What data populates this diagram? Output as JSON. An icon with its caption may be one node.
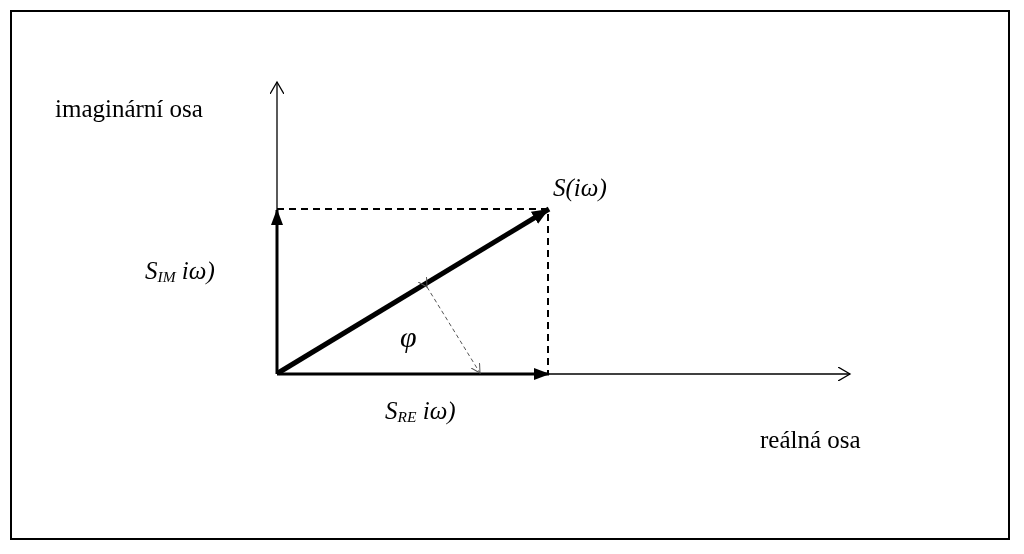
{
  "diagram": {
    "labels": [
      "imaginární osa",
      "S(iω)",
      "S$_{IM}$ iω)",
      "φ",
      "S$_{RE}$ iω)",
      "reálná osa"
    ]
  }
}
